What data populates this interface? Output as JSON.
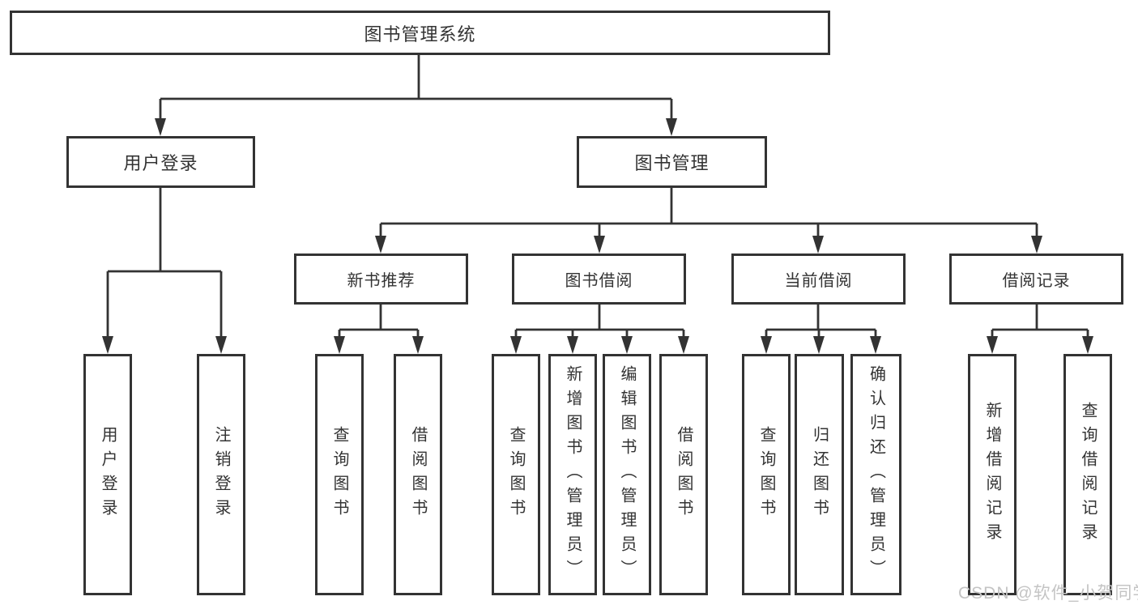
{
  "diagram": {
    "root": {
      "label": "图书管理系统"
    },
    "branches": [
      {
        "label": "用户登录",
        "children": [
          {
            "label": "用户登录"
          },
          {
            "label": "注销登录"
          }
        ]
      },
      {
        "label": "图书管理",
        "children": [
          {
            "label": "新书推荐",
            "children": [
              {
                "label": "查询图书"
              },
              {
                "label": "借阅图书"
              }
            ]
          },
          {
            "label": "图书借阅",
            "children": [
              {
                "label": "查询图书"
              },
              {
                "label": "新增图书（管理员）"
              },
              {
                "label": "编辑图书（管理员）"
              },
              {
                "label": "借阅图书"
              }
            ]
          },
          {
            "label": "当前借阅",
            "children": [
              {
                "label": "查询图书"
              },
              {
                "label": "归还图书"
              },
              {
                "label": "确认归还（管理员）"
              }
            ]
          },
          {
            "label": "借阅记录",
            "children": [
              {
                "label": "新增借阅记录"
              },
              {
                "label": "查询借阅记录"
              }
            ]
          }
        ]
      }
    ]
  },
  "watermark": {
    "text": "CSDN @软件_小贺同学"
  },
  "colors": {
    "line": "#333333",
    "text": "#333333",
    "box_background": "#ffffff",
    "watermark": "#c4c4c4"
  }
}
